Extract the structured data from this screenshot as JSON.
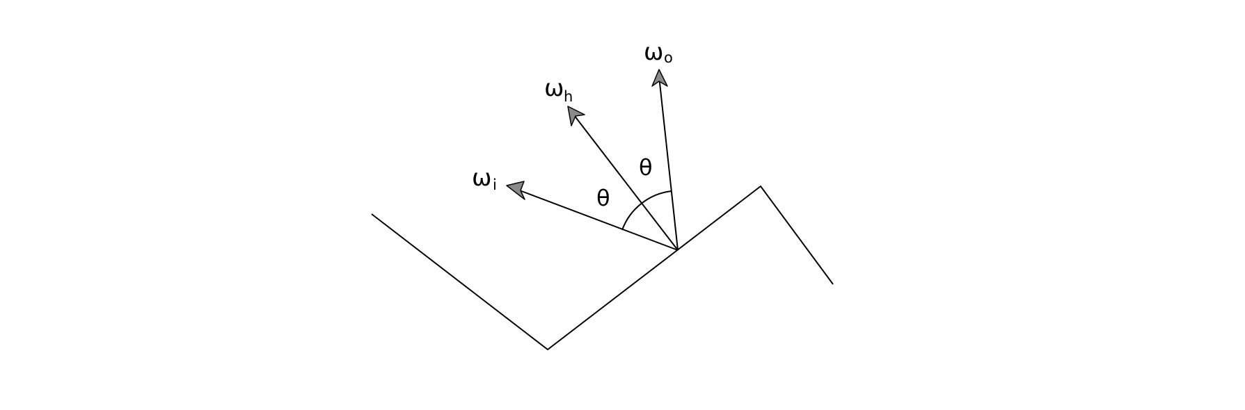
{
  "vectors": [
    {
      "id": "wi",
      "symbol": "ω",
      "subscript": "i"
    },
    {
      "id": "wh",
      "symbol": "ω",
      "subscript": "h"
    },
    {
      "id": "wo",
      "symbol": "ω",
      "subscript": "o"
    }
  ],
  "angles": [
    {
      "id": "theta-1",
      "symbol": "θ"
    },
    {
      "id": "theta-2",
      "symbol": "θ"
    }
  ],
  "colors": {
    "line": "#000000",
    "arrowhead_fill": "#8a8a8a",
    "background": "#ffffff"
  }
}
